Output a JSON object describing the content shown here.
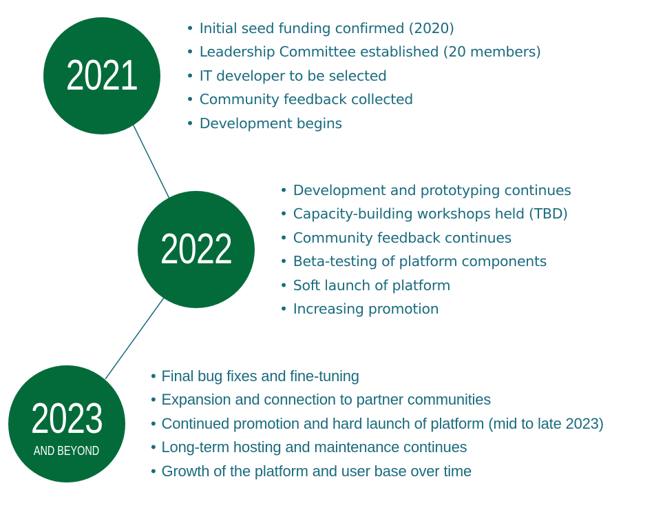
{
  "colors": {
    "circle_fill": "#036b3a",
    "circle_text": "#ffffff",
    "bullet_text": "#1a6b7e",
    "connector_line": "#1a6b7e"
  },
  "timeline": [
    {
      "year": "2021",
      "subtitle": "",
      "items": [
        "Initial seed funding confirmed (2020)",
        "Leadership Committee established (20 members)",
        "IT developer to be selected",
        "Community feedback collected",
        "Development begins"
      ]
    },
    {
      "year": "2022",
      "subtitle": "",
      "items": [
        "Development and prototyping continues",
        "Capacity-building workshops held (TBD)",
        "Community feedback continues",
        "Beta-testing of platform components",
        "Soft launch of platform",
        "Increasing promotion"
      ]
    },
    {
      "year": "2023",
      "subtitle": "AND BEYOND",
      "items": [
        "Final bug fixes and fine-tuning",
        "Expansion and connection to partner communities",
        "Continued promotion and hard launch of platform (mid to late 2023)",
        "Long-term hosting and maintenance continues",
        "Growth of the platform and user base over time"
      ]
    }
  ],
  "bullet_glyph": "•"
}
